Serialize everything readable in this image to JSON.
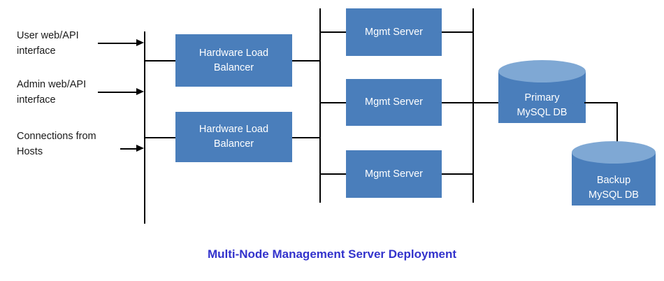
{
  "diagram": {
    "title": "Multi-Node Management Server Deployment",
    "title_color": "#3333cc",
    "background_color": "#ffffff",
    "node_fill_color": "#4a7ebb",
    "cylinder_top_color": "#7fa8d4",
    "node_text_color": "#ffffff",
    "connector_color": "#000000",
    "label_text_color": "#1a1a1a"
  },
  "inputs": [
    {
      "label": "User web/API\ninterface"
    },
    {
      "label": "Admin web/API\ninterface"
    },
    {
      "label": "Connections from\nHosts"
    }
  ],
  "load_balancers": [
    {
      "label": "Hardware Load\nBalancer"
    },
    {
      "label": "Hardware Load\nBalancer"
    }
  ],
  "mgmt_servers": [
    {
      "label": "Mgmt Server"
    },
    {
      "label": "Mgmt Server"
    },
    {
      "label": "Mgmt Server"
    }
  ],
  "databases": [
    {
      "label": "Primary\nMySQL DB"
    },
    {
      "label": "Backup\nMySQL DB"
    }
  ]
}
